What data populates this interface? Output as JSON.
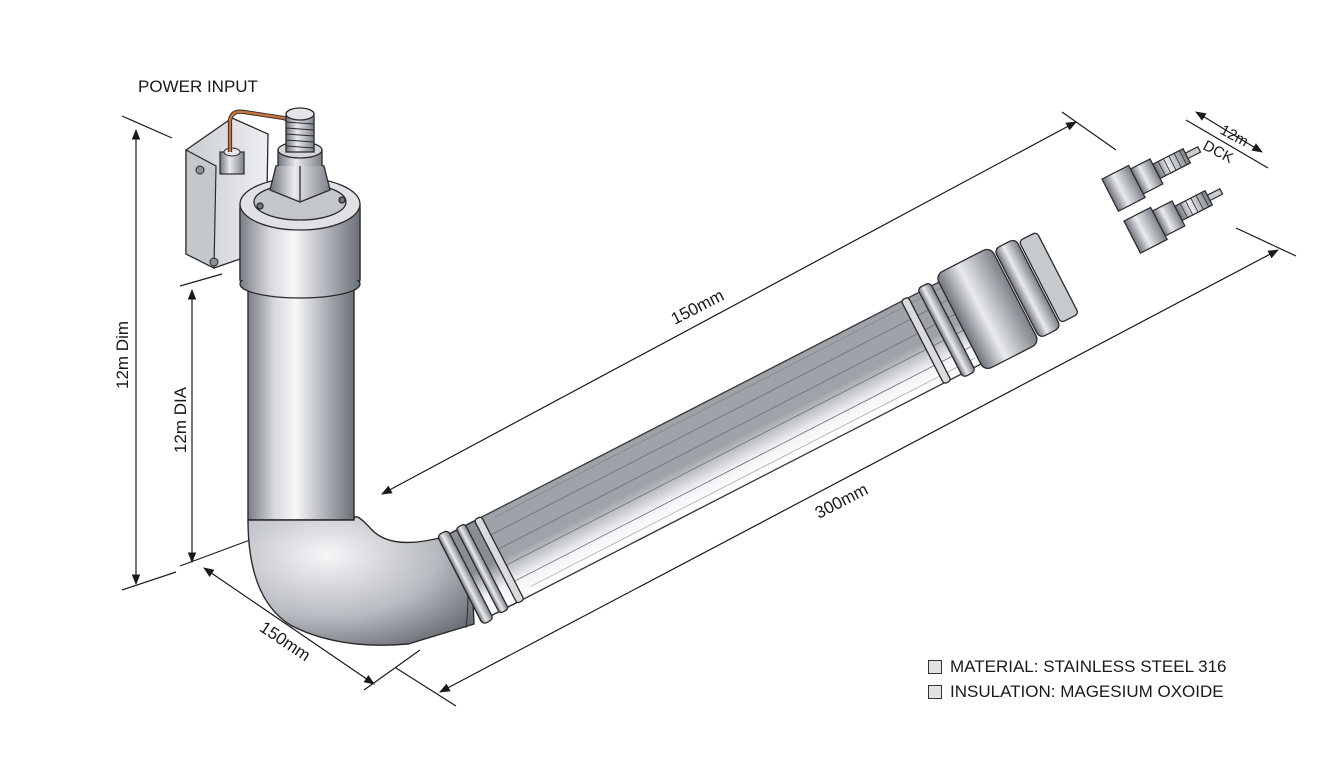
{
  "labels": {
    "power_input": "POWER INPUT",
    "dim_overall_height": "12m Dim",
    "dim_diameter": "12m DIA",
    "dim_top_length": "150mm",
    "dim_bottom_length": "300mm",
    "dim_base_length": "150mm",
    "dim_terminal_a": "12m",
    "dim_terminal_b": "DCK"
  },
  "legend": [
    {
      "text": "MATERIAL: STAINLESS STEEL 316"
    },
    {
      "text": "INSULATION: MAGESIUM OXOIDE"
    }
  ],
  "colors": {
    "line": "#1a1a1a",
    "metal_light": "#f4f5f7",
    "metal_mid": "#b9bcc2",
    "metal_dark": "#6f737a",
    "wire": "#c8763a"
  }
}
